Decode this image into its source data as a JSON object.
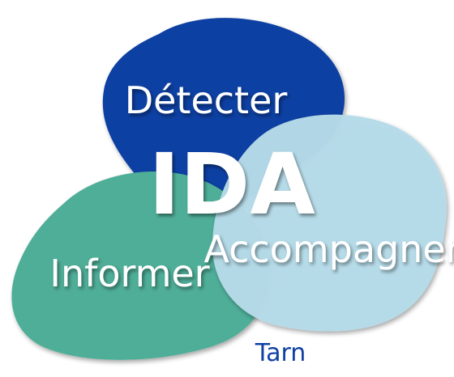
{
  "diagram": {
    "center_label": "IDA",
    "blobs": {
      "detect": {
        "label": "Détecter",
        "color": "#0f40a3"
      },
      "inform": {
        "label": "Informer",
        "color": "#4fae98"
      },
      "support": {
        "label": "Accompagner",
        "color": "#b6dbe8"
      }
    },
    "footer_label": "Tarn",
    "colors": {
      "label_text": "#ffffff",
      "footer_text": "#0f40a3",
      "background": "#ffffff"
    }
  }
}
